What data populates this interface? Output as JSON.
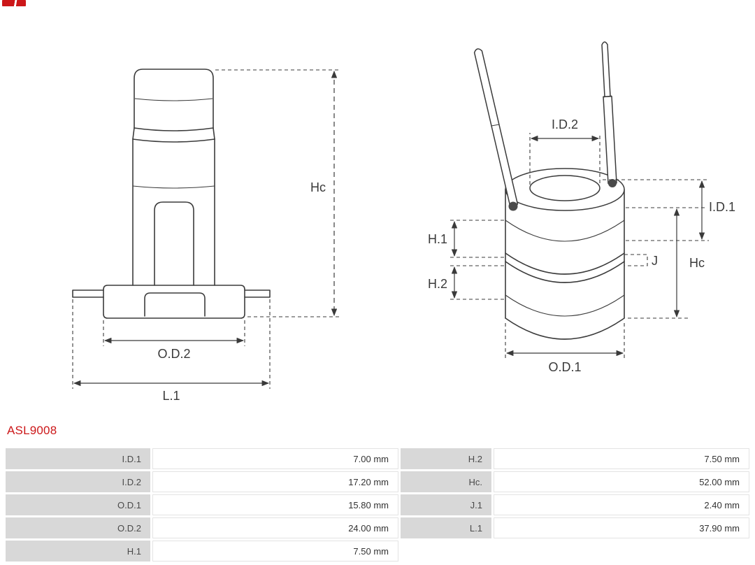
{
  "colors": {
    "brand_red": "#cc1719",
    "drawing_line": "#3b3b3b",
    "table_label_bg": "#d8d8d8"
  },
  "part_number": "ASL9008",
  "diagram": {
    "left": {
      "hc": "Hc",
      "od2": "O.D.2",
      "l1": "L.1"
    },
    "right": {
      "id2": "I.D.2",
      "id1": "I.D.1",
      "h1": "H.1",
      "h2": "H.2",
      "j": "J",
      "hc": "Hc",
      "od1": "O.D.1"
    }
  },
  "table": {
    "rows": [
      {
        "k1": "I.D.1",
        "v1": "7.00 mm",
        "k2": "H.2",
        "v2": "7.50 mm"
      },
      {
        "k1": "I.D.2",
        "v1": "17.20 mm",
        "k2": "Hc.",
        "v2": "52.00 mm"
      },
      {
        "k1": "O.D.1",
        "v1": "15.80 mm",
        "k2": "J.1",
        "v2": "2.40 mm"
      },
      {
        "k1": "O.D.2",
        "v1": "24.00 mm",
        "k2": "L.1",
        "v2": "37.90 mm"
      },
      {
        "k1": "H.1",
        "v1": "7.50 mm",
        "k2": "",
        "v2": ""
      }
    ]
  }
}
